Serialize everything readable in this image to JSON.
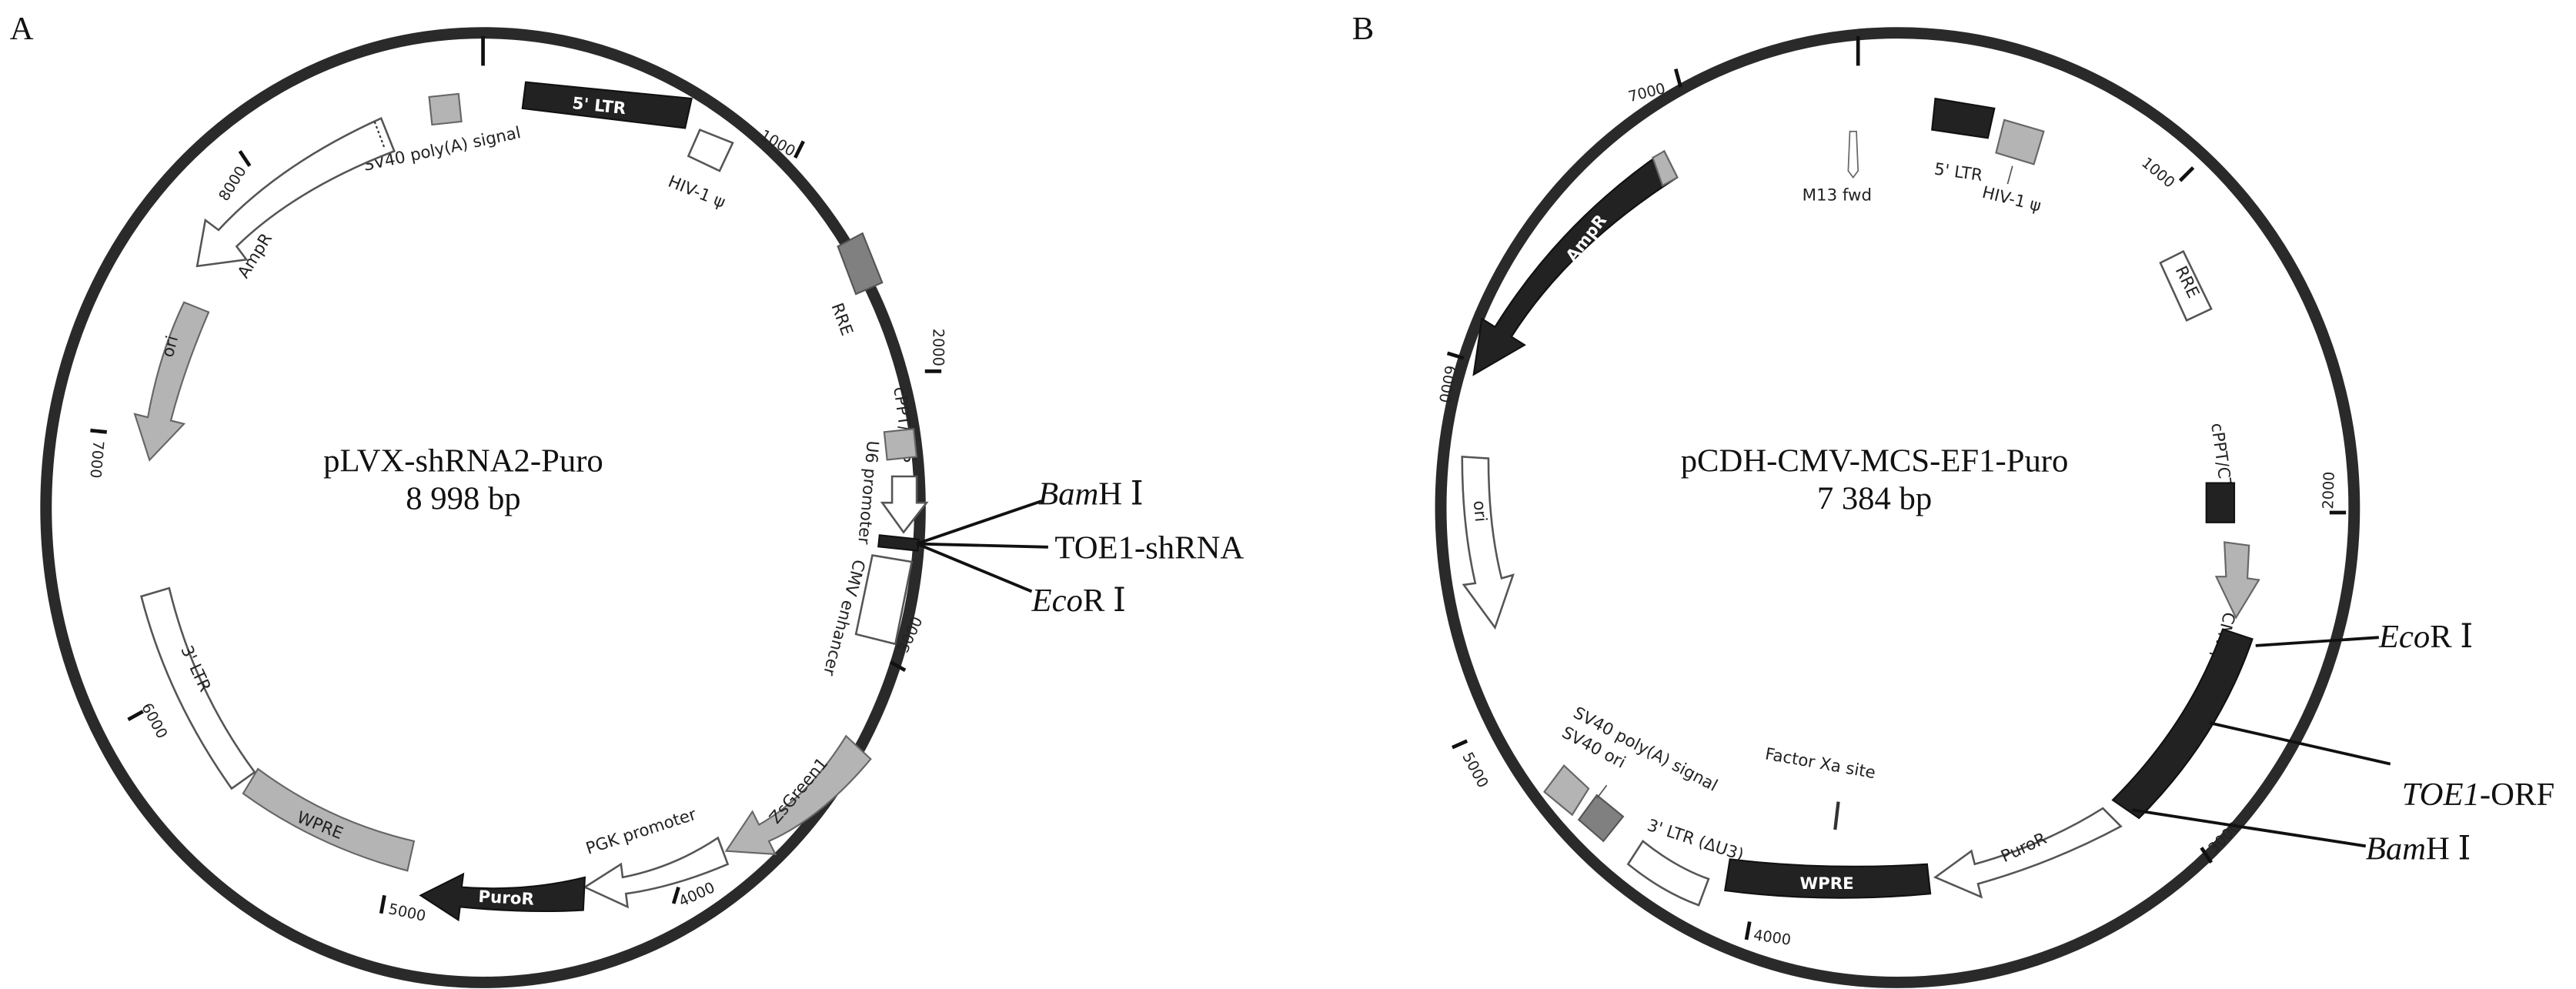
{
  "panelA": {
    "letter": "A",
    "plasmid_name": "pLVX-shRNA2-Puro",
    "plasmid_size": "8 998 bp",
    "ticks": [
      "1000",
      "2000",
      "3000",
      "4000",
      "5000",
      "6000",
      "7000",
      "8000"
    ],
    "features": {
      "ltr5": "5' LTR",
      "hiv_psi": "HIV-1 ψ",
      "sv40_polya": "SV40 poly(A) signal",
      "ampr": "AmpR",
      "ori": "ori",
      "rre": "RRE",
      "cppt": "cPPT/CTS",
      "u6": "U6 promoter",
      "cmv_enh": "CMV enhancer",
      "zsgreen": "ZsGreen1",
      "pgk": "PGK promoter",
      "puror": "PuroR",
      "wpre": "WPRE",
      "ltr3": "3' LTR"
    },
    "sites": {
      "bamhi_italic": "Bam",
      "bamhi_rest": "H Ⅰ",
      "insert": "TOE1-shRNA",
      "ecori_italic": "Eco",
      "ecori_rest": "R Ⅰ"
    }
  },
  "panelB": {
    "letter": "B",
    "plasmid_name": "pCDH-CMV-MCS-EF1-Puro",
    "plasmid_size": "7 384 bp",
    "ticks": [
      "1000",
      "2000",
      "3000",
      "4000",
      "5000",
      "6000",
      "7000"
    ],
    "features": {
      "m13": "M13 fwd",
      "ltr5": "5' LTR",
      "hiv_psi": "HIV-1 ψ",
      "ampr": "AmpR",
      "ori": "ori",
      "rre": "RRE",
      "cppt": "cPPT/CTS",
      "cmv": "CMV promoter",
      "puror": "PuroR",
      "wpre": "WPRE",
      "ltr3": "3' LTR (ΔU3)",
      "sv40_ori": "SV40 ori",
      "sv40_polya": "SV40 poly(A) signal",
      "factor_xa": "Factor Xa site"
    },
    "sites": {
      "ecori_italic": "Eco",
      "ecori_rest": "R Ⅰ",
      "insert_italic": "TOE1",
      "insert_rest": "-ORF",
      "bamhi_italic": "Bam",
      "bamhi_rest": "H Ⅰ"
    }
  }
}
